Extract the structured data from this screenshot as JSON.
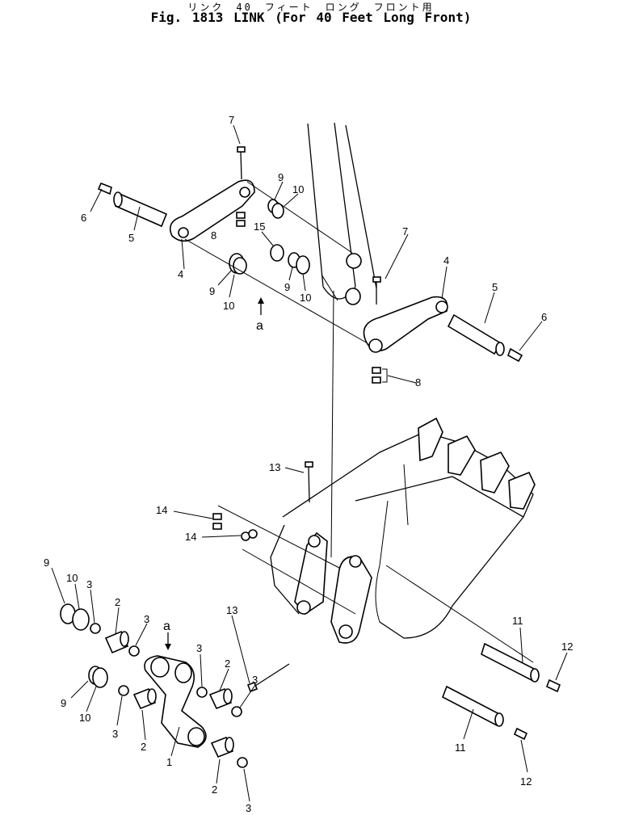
{
  "figure": {
    "title_jp": "リンク　40　フィート　ロング　フロント用",
    "title_en": "Fig. 1813   LINK (For 40 Feet Long Front)"
  },
  "callouts": {
    "c1": "1",
    "c2a": "2",
    "c2b": "2",
    "c2c": "2",
    "c2d": "2",
    "c3a": "3",
    "c3b": "3",
    "c3c": "3",
    "c3d": "3",
    "c3e": "3",
    "c3f": "3",
    "c4a": "4",
    "c4b": "4",
    "c5a": "5",
    "c5b": "5",
    "c6a": "6",
    "c6b": "6",
    "c7a": "7",
    "c7b": "7",
    "c8a": "8",
    "c8b": "8",
    "c9a": "9",
    "c9b": "9",
    "c9c": "9",
    "c9d": "9",
    "c9e": "9",
    "c10a": "10",
    "c10b": "10",
    "c10c": "10",
    "c10d": "10",
    "c10e": "10",
    "c11a": "11",
    "c11b": "11",
    "c12a": "12",
    "c12b": "12",
    "c13a": "13",
    "c13b": "13",
    "c14a": "14",
    "c14b": "14",
    "c15": "15",
    "ref_a_top": "a",
    "ref_a_bottom": "a"
  }
}
